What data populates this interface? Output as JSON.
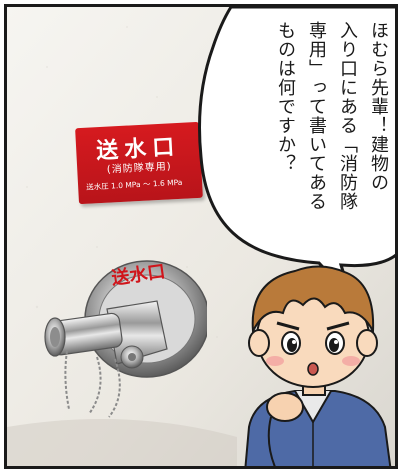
{
  "sign": {
    "title": "送水口",
    "subtitle": "(消防隊専用)",
    "pressure": "送水圧 1.0 MPa ～ 1.6 MPa"
  },
  "valve_ring_text": "送水口",
  "speech": {
    "line1": "ほむら先輩！建物の",
    "line2": "入り口にある「消防隊",
    "line3": "専用」って書いてある",
    "line4": "ものは何ですか？"
  }
}
